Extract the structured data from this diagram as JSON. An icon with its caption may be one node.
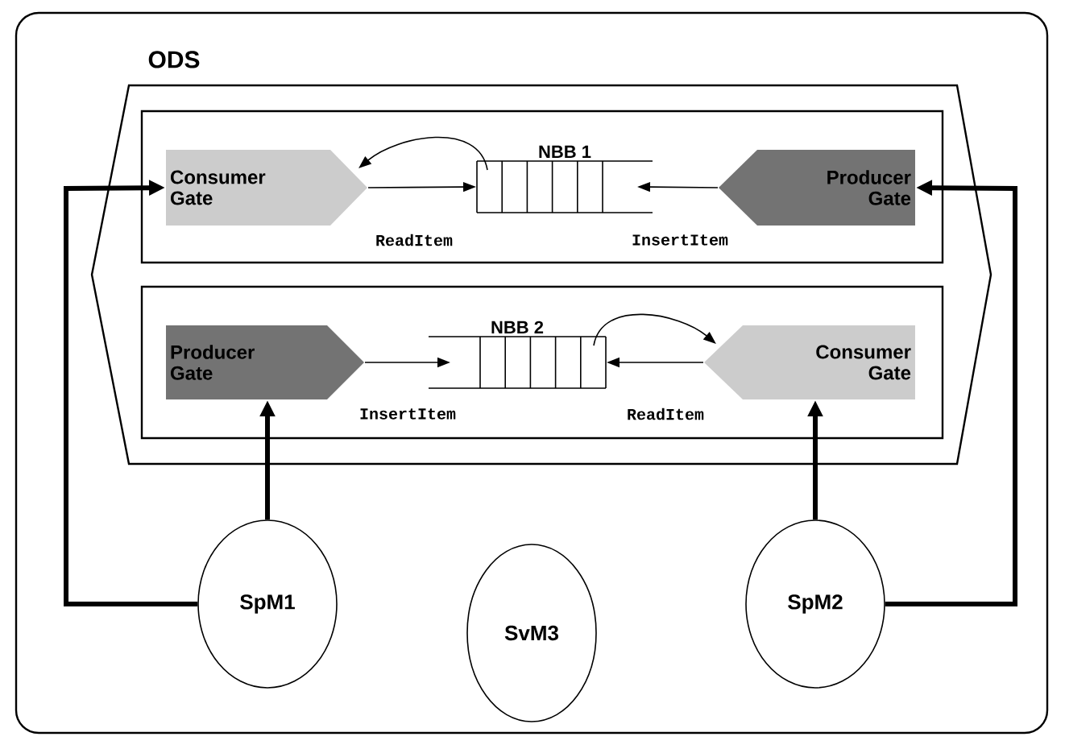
{
  "diagram": {
    "nodes": [
      {
        "text": [
          "ODS"
        ]
      },
      {
        "text": [],
        "shape": "box",
        "in": 0
      },
      {
        "text": [
          "Consumer Gate"
        ],
        "in": 1
      },
      {
        "text": [
          "NBB 1"
        ],
        "in": 1
      },
      {
        "text": [
          "Producer Gate"
        ],
        "in": 1
      },
      {
        "text": [],
        "shape": "box",
        "in": 0
      },
      {
        "text": [
          "Producer Gate"
        ],
        "in": 5
      },
      {
        "text": [
          "NBB 2"
        ],
        "in": 5
      },
      {
        "text": [
          "Consumer Gate"
        ],
        "in": 5
      },
      {
        "text": [
          "SpM1"
        ]
      },
      {
        "text": [
          "SvM3"
        ]
      },
      {
        "text": [
          "SpM2"
        ]
      }
    ],
    "edges": [
      {
        "from": 2,
        "to": 3,
        "arrow": "to",
        "label": "ReadItem"
      },
      {
        "from": 3,
        "to": 2,
        "arrow": "to"
      },
      {
        "from": 4,
        "to": 3,
        "arrow": "to",
        "label": "InsertItem"
      },
      {
        "from": 6,
        "to": 7,
        "arrow": "to",
        "label": "InsertItem"
      },
      {
        "from": 8,
        "to": 7,
        "arrow": "to",
        "label": "ReadItem"
      },
      {
        "from": 7,
        "to": 8,
        "arrow": "to"
      },
      {
        "from": 9,
        "to": 2,
        "arrow": "to",
        "style": "thick"
      },
      {
        "from": 9,
        "to": 6,
        "arrow": "to",
        "style": "thick"
      },
      {
        "from": 11,
        "to": 8,
        "arrow": "to",
        "style": "thick"
      },
      {
        "from": 11,
        "to": 4,
        "arrow": "to",
        "style": "thick"
      }
    ]
  }
}
